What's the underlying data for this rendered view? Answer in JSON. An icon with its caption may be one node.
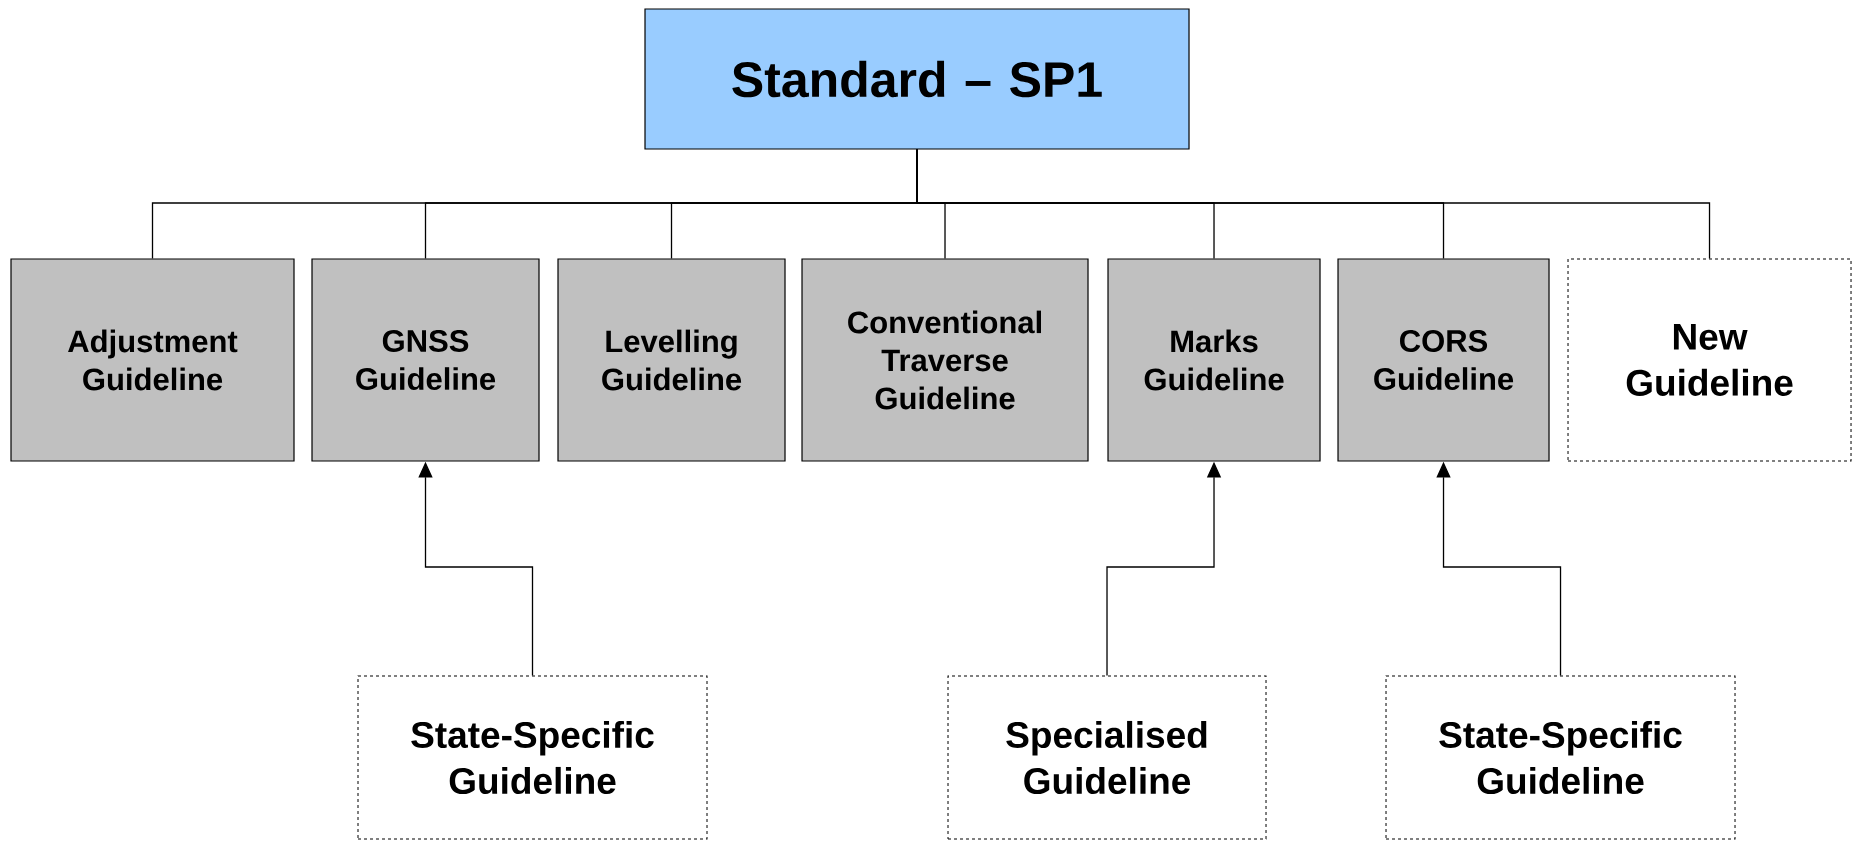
{
  "diagram": {
    "nodes": [
      {
        "text": [
          "Standard – SP1"
        ]
      },
      {
        "text": [
          "Adjustment Guideline"
        ]
      },
      {
        "text": [
          "GNSS Guideline"
        ]
      },
      {
        "text": [
          "Levelling Guideline"
        ]
      },
      {
        "text": [
          "Conventional Traverse Guideline"
        ]
      },
      {
        "text": [
          "Marks Guideline"
        ]
      },
      {
        "text": [
          "CORS Guideline"
        ]
      },
      {
        "text": [
          "New Guideline"
        ]
      },
      {
        "text": [
          "State-Specific Guideline"
        ]
      },
      {
        "text": [
          "Specialised Guideline"
        ]
      },
      {
        "text": [
          "State-Specific Guideline"
        ]
      }
    ],
    "edges": [
      {
        "from": 0,
        "to": 1,
        "arrow": "none"
      },
      {
        "from": 0,
        "to": 2,
        "arrow": "none"
      },
      {
        "from": 0,
        "to": 3,
        "arrow": "none"
      },
      {
        "from": 0,
        "to": 4,
        "arrow": "none"
      },
      {
        "from": 0,
        "to": 5,
        "arrow": "none"
      },
      {
        "from": 0,
        "to": 6,
        "arrow": "none"
      },
      {
        "from": 0,
        "to": 7,
        "arrow": "none"
      },
      {
        "from": 8,
        "to": 2,
        "arrow": "to"
      },
      {
        "from": 9,
        "to": 5,
        "arrow": "to"
      },
      {
        "from": 10,
        "to": 6,
        "arrow": "to"
      }
    ]
  }
}
